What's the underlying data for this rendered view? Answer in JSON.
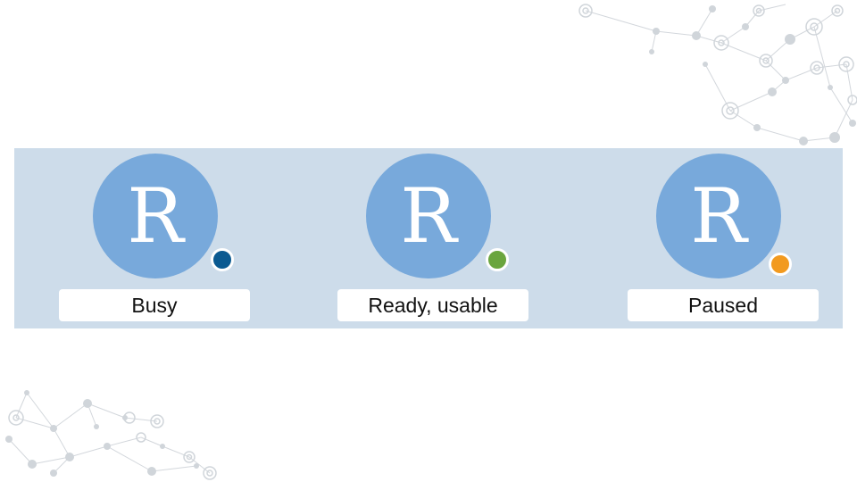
{
  "states": [
    {
      "label": "Busy",
      "dot_color": "#0b5a91"
    },
    {
      "label": "Ready, usable",
      "dot_color": "#6aa53e"
    },
    {
      "label": "Paused",
      "dot_color": "#f29a1f"
    }
  ],
  "logo_letter": "R",
  "colors": {
    "band": "#cddcea",
    "r_circle": "#78a9db",
    "network": "#c8cdd3"
  }
}
